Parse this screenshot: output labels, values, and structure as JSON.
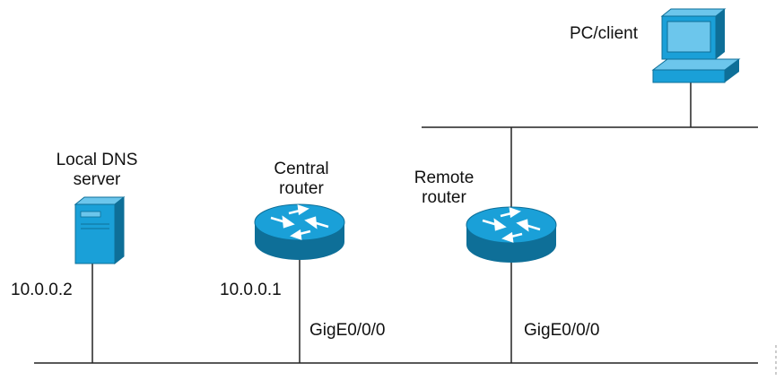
{
  "labels": {
    "dns_server": "Local DNS\nserver",
    "central_router": "Central\nrouter",
    "remote_router": "Remote\nrouter",
    "pc_client": "PC/client",
    "dns_ip": "10.0.0.2",
    "central_ip": "10.0.0.1",
    "central_interface": "GigE0/0/0",
    "remote_interface": "GigE0/0/0"
  },
  "colors": {
    "device_blue": "#1aa0d8",
    "device_dark": "#0e6f98",
    "device_light": "#6cc6ec",
    "line": "#222222"
  }
}
